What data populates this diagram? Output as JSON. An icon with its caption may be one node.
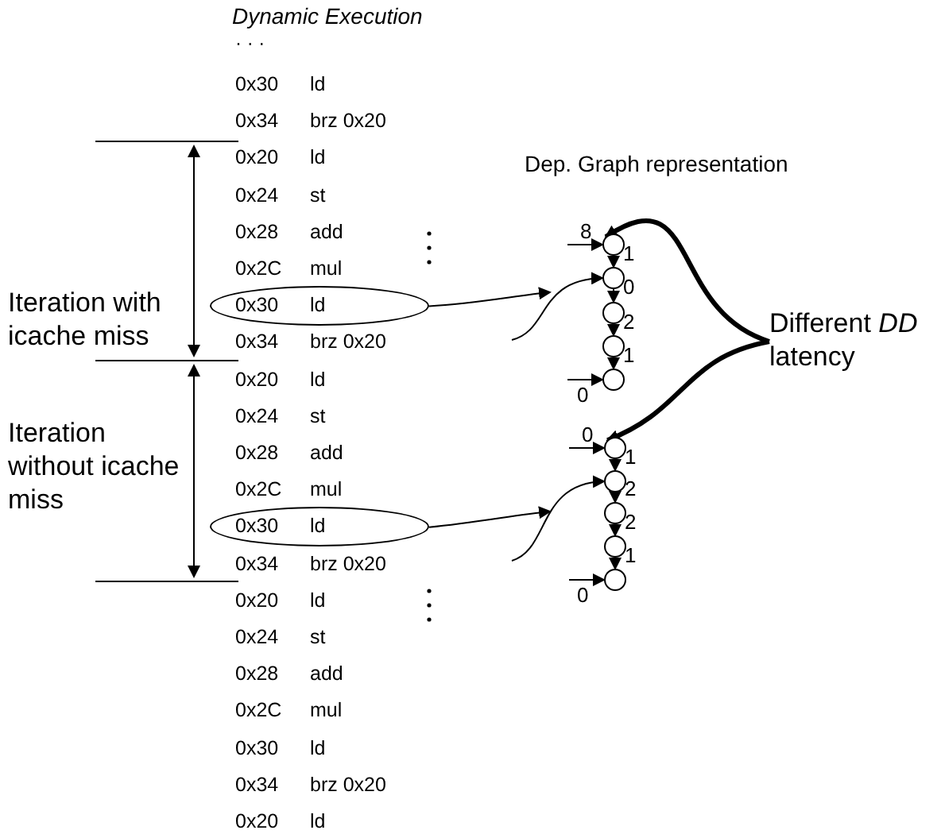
{
  "diagram": {
    "nodes": [
      {
        "text": [
          "0x30",
          "ld"
        ]
      },
      {
        "text": [
          "0x30",
          "ld"
        ]
      },
      {
        "text": [],
        "shape": "circle"
      },
      {
        "text": [],
        "shape": "circle"
      },
      {
        "text": [],
        "shape": "circle"
      },
      {
        "text": [],
        "shape": "circle"
      },
      {
        "text": [],
        "shape": "circle"
      },
      {
        "text": [],
        "shape": "circle"
      },
      {
        "text": [],
        "shape": "circle"
      },
      {
        "text": [],
        "shape": "circle"
      },
      {
        "text": [],
        "shape": "circle"
      },
      {
        "text": [],
        "shape": "circle"
      },
      {
        "text": [
          "Different *DD* latency"
        ]
      }
    ],
    "edges": [
      {
        "from": 0,
        "to": null,
        "arrow": "to"
      },
      {
        "from": null,
        "to": 3,
        "arrow": "to"
      },
      {
        "from": null,
        "to": 2,
        "arrow": "to",
        "label": "8"
      },
      {
        "from": 2,
        "to": 3,
        "arrow": "to",
        "label": "1"
      },
      {
        "from": 3,
        "to": 4,
        "arrow": "to",
        "label": "0"
      },
      {
        "from": 4,
        "to": 5,
        "arrow": "to",
        "label": "2"
      },
      {
        "from": 5,
        "to": 6,
        "arrow": "to",
        "label": "1"
      },
      {
        "from": null,
        "to": 6,
        "arrow": "to",
        "label": "0"
      },
      {
        "from": 1,
        "to": null,
        "arrow": "to"
      },
      {
        "from": null,
        "to": 8,
        "arrow": "to"
      },
      {
        "from": null,
        "to": 7,
        "arrow": "to",
        "label": "0"
      },
      {
        "from": 7,
        "to": 8,
        "arrow": "to",
        "label": "1"
      },
      {
        "from": 8,
        "to": 9,
        "arrow": "to",
        "label": "2"
      },
      {
        "from": 9,
        "to": 10,
        "arrow": "to",
        "label": "2"
      },
      {
        "from": 10,
        "to": 11,
        "arrow": "to",
        "label": "1"
      },
      {
        "from": null,
        "to": 11,
        "arrow": "to",
        "label": "0"
      },
      {
        "from": 12,
        "to": 2,
        "arrow": "to",
        "style": "thick"
      },
      {
        "from": 12,
        "to": 7,
        "arrow": "to",
        "style": "thick"
      }
    ],
    "labels": [
      "Dynamic Execution",
      "· · ·",
      "0x30",
      "ld",
      "0x34",
      "brz 0x20",
      "0x20",
      "ld",
      "0x24",
      "st",
      "0x28",
      "add",
      "0x2C",
      "mul",
      "0x34",
      "brz 0x20",
      "0x20",
      "ld",
      "0x24",
      "st",
      "0x28",
      "add",
      "0x2C",
      "mul",
      "0x34",
      "brz 0x20",
      "0x20",
      "ld",
      "0x24",
      "st",
      "0x28",
      "add",
      "0x2C",
      "mul",
      "0x30",
      "ld",
      "0x34",
      "brz 0x20",
      "0x20",
      "ld",
      "Dep. Graph representation",
      "Iteration with icache miss",
      "Iteration without icache miss"
    ]
  }
}
